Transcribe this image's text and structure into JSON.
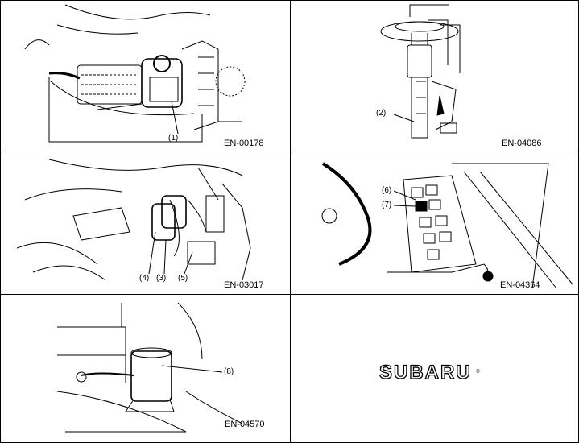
{
  "panels": [
    {
      "code": "EN-00178",
      "callouts": [
        "(1)"
      ]
    },
    {
      "code": "EN-04086",
      "callouts": [
        "(2)"
      ]
    },
    {
      "code": "EN-03017",
      "callouts": [
        "(4)",
        "(3)",
        "(5)"
      ]
    },
    {
      "code": "EN-04364",
      "callouts": [
        "(6)",
        "(7)"
      ]
    },
    {
      "code": "EN-04570",
      "callouts": [
        "(8)"
      ]
    }
  ],
  "brand": {
    "logo": "SUBARU",
    "registered": "®"
  }
}
